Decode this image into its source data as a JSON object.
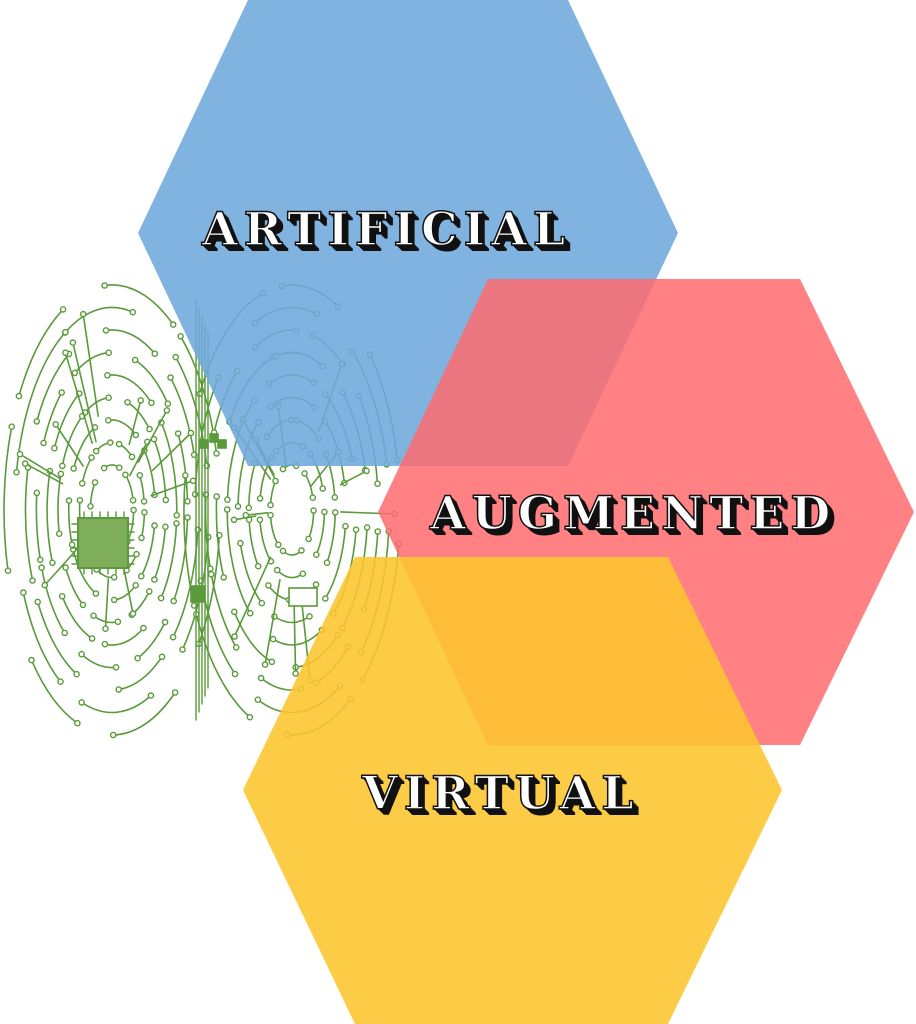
{
  "labels": {
    "artificial": "ARTIFICIAL",
    "augmented": "AUGMENTED",
    "virtual": "VIRTUAL"
  },
  "colors": {
    "blue_hexagon": "#6fa8dc",
    "red_hexagon": "#ff6b6f",
    "yellow_hexagon": "#fdc52d",
    "circuit_green": "#5a9a3a",
    "chip_green": "#7fae5a",
    "label_fill": "#ffffff",
    "label_outline": "#111111"
  },
  "icons": {
    "brain": "circuit-brain-icon"
  }
}
